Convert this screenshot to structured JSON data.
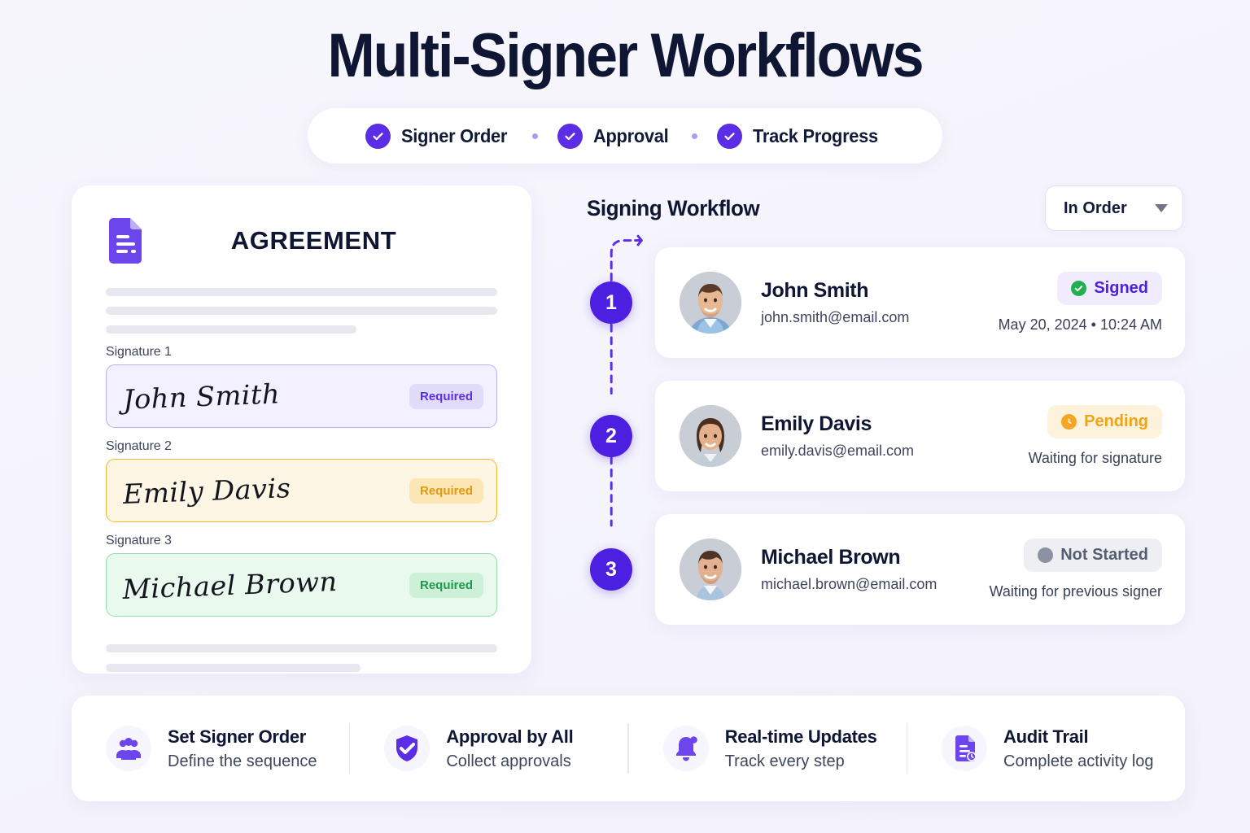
{
  "header": {
    "title": "Multi-Signer Workflows",
    "pills": [
      {
        "label": "Signer Order",
        "icon": "check-circle-icon"
      },
      {
        "label": "Approval",
        "icon": "check-circle-icon"
      },
      {
        "label": "Track Progress",
        "icon": "check-circle-icon"
      }
    ]
  },
  "document": {
    "icon": "document-icon",
    "title": "AGREEMENT",
    "signatures": [
      {
        "label": "Signature 1",
        "name": "John Smith",
        "badge": "Required",
        "theme": "purple"
      },
      {
        "label": "Signature 2",
        "name": "Emily Davis",
        "badge": "Required",
        "theme": "amber"
      },
      {
        "label": "Signature 3",
        "name": "Michael Brown",
        "badge": "Required",
        "theme": "green"
      }
    ]
  },
  "workflow": {
    "title": "Signing Workflow",
    "order_select": {
      "value": "In Order",
      "icon": "chevron-down-icon"
    },
    "signers": [
      {
        "step": "1",
        "name": "John Smith",
        "email": "john.smith@email.com",
        "status": "Signed",
        "status_icon": "green-check-icon",
        "detail": "May 20, 2024  •  10:24 AM"
      },
      {
        "step": "2",
        "name": "Emily Davis",
        "email": "emily.davis@email.com",
        "status": "Pending",
        "status_icon": "clock-icon",
        "detail": "Waiting for signature"
      },
      {
        "step": "3",
        "name": "Michael Brown",
        "email": "michael.brown@email.com",
        "status": "Not Started",
        "status_icon": "grey-dot-icon",
        "detail": "Waiting for previous signer"
      }
    ]
  },
  "features": [
    {
      "icon": "people-group-icon",
      "title": "Set Signer Order",
      "subtitle": "Define the sequence"
    },
    {
      "icon": "shield-check-icon",
      "title": "Approval by All",
      "subtitle": "Collect approvals"
    },
    {
      "icon": "bell-icon",
      "title": "Real-time Updates",
      "subtitle": "Track every step"
    },
    {
      "icon": "document-clock-icon",
      "title": "Audit Trail",
      "subtitle": "Complete activity log"
    }
  ],
  "colors": {
    "primary_purple": "#5b2ee5",
    "deep_purple": "#4d1fe0",
    "navy_text": "#0e1633",
    "green": "#22b04e",
    "amber": "#f5a623",
    "grey": "#7a8196",
    "page_bg": "#f6f5fc"
  }
}
